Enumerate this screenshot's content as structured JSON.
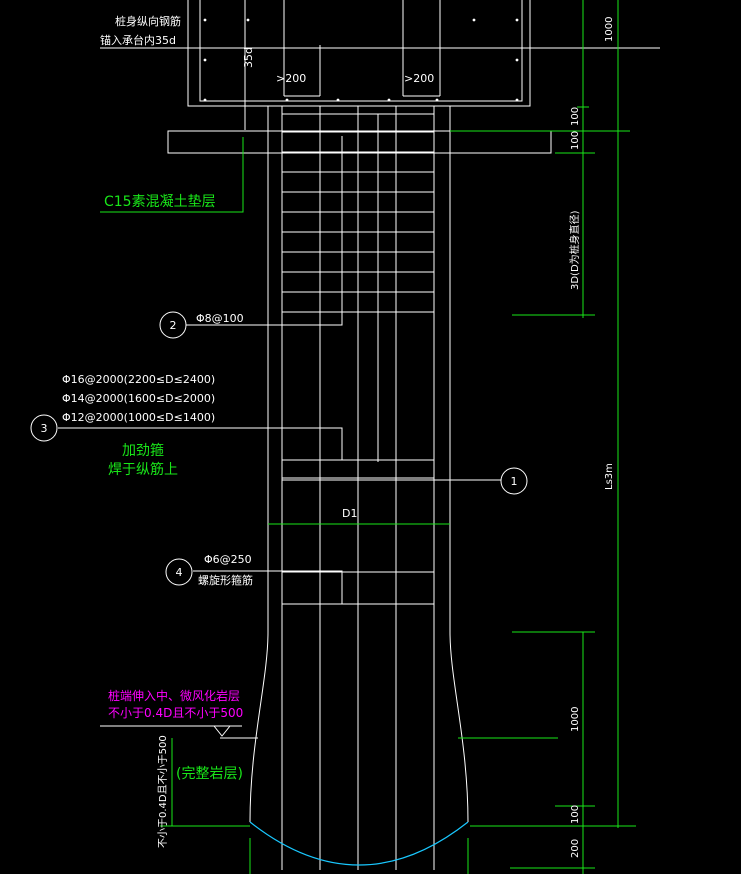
{
  "notes": {
    "top_anchor_line1": "桩身纵向钢筋",
    "top_anchor_line2": "锚入承台内35d",
    "dim_35d": "35d",
    "gt200_left": ">200",
    "gt200_right": ">200",
    "cushion": "C15素混凝土垫层",
    "spiral_label": "Φ8@100",
    "stiff_1": "Φ16@2000(2200≤D≤2400)",
    "stiff_2": "Φ14@2000(1600≤D≤2000)",
    "stiff_3": "Φ12@2000(1000≤D≤1400)",
    "stiff_4": "加劲箍",
    "stiff_5": "焊于纵筋上",
    "d1": "D1",
    "spiral2_1": "Φ6@250",
    "spiral2_2": "螺旋形箍筋",
    "rock_1": "桩端伸入中、微风化岩层",
    "rock_2": "不小于0.4D且不小于500",
    "rock_vertical": "不小于0.4D且不小于500",
    "rock_intact": "(完整岩层)"
  },
  "markers": {
    "m1": "1",
    "m2": "2",
    "m3": "3",
    "m4": "4"
  },
  "dims_right": {
    "d1000_top": "1000",
    "d100_a": "100",
    "d100_b": "100",
    "d3d": "3D(D为桩身直径)",
    "ls3m": "Ls3m",
    "d1000_bottom": "1000",
    "d100_c": "100",
    "d200": "200"
  },
  "colors": {
    "line": "#ffffff",
    "dim": "#19e619",
    "note_magenta": "#ff00ff",
    "bell_curve": "#19c8ff"
  }
}
